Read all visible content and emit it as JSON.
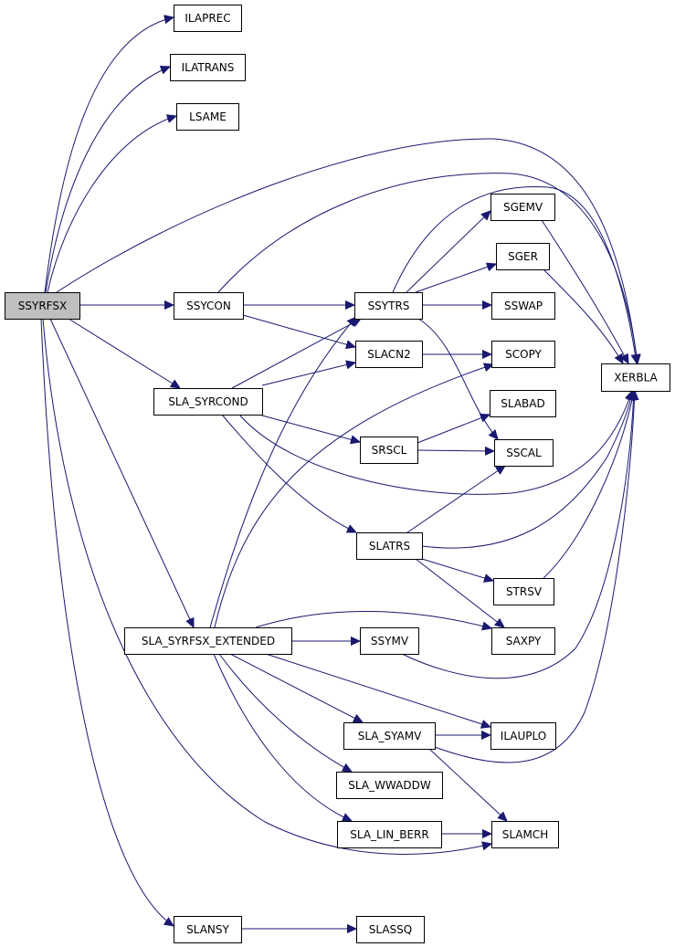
{
  "graph": {
    "nodes": [
      {
        "id": "ssyrfsx",
        "label": "SSYRFSX",
        "root": true
      },
      {
        "id": "ilaprec",
        "label": "ILAPREC"
      },
      {
        "id": "ilatrans",
        "label": "ILATRANS"
      },
      {
        "id": "lsame",
        "label": "LSAME"
      },
      {
        "id": "ssycon",
        "label": "SSYCON"
      },
      {
        "id": "sla_syrcond",
        "label": "SLA_SYRCOND"
      },
      {
        "id": "sla_syrfsx_extended",
        "label": "SLA_SYRFSX_EXTENDED"
      },
      {
        "id": "slansy",
        "label": "SLANSY"
      },
      {
        "id": "ssytrs",
        "label": "SSYTRS"
      },
      {
        "id": "slacn2",
        "label": "SLACN2"
      },
      {
        "id": "srscl",
        "label": "SRSCL"
      },
      {
        "id": "slatrs",
        "label": "SLATRS"
      },
      {
        "id": "ssymv",
        "label": "SSYMV"
      },
      {
        "id": "sla_syamv",
        "label": "SLA_SYAMV"
      },
      {
        "id": "sla_wwaddw",
        "label": "SLA_WWADDW"
      },
      {
        "id": "sla_lin_berr",
        "label": "SLA_LIN_BERR"
      },
      {
        "id": "slassq",
        "label": "SLASSQ"
      },
      {
        "id": "sgemv",
        "label": "SGEMV"
      },
      {
        "id": "sger",
        "label": "SGER"
      },
      {
        "id": "sswap",
        "label": "SSWAP"
      },
      {
        "id": "scopy",
        "label": "SCOPY"
      },
      {
        "id": "slabad",
        "label": "SLABAD"
      },
      {
        "id": "sscal",
        "label": "SSCAL"
      },
      {
        "id": "strsv",
        "label": "STRSV"
      },
      {
        "id": "saxpy",
        "label": "SAXPY"
      },
      {
        "id": "ilauplo",
        "label": "ILAUPLO"
      },
      {
        "id": "slamch",
        "label": "SLAMCH"
      },
      {
        "id": "xerbla",
        "label": "XERBLA"
      }
    ],
    "edges": [
      {
        "from": "ssyrfsx",
        "to": "ilaprec"
      },
      {
        "from": "ssyrfsx",
        "to": "ilatrans"
      },
      {
        "from": "ssyrfsx",
        "to": "lsame"
      },
      {
        "from": "ssyrfsx",
        "to": "xerbla"
      },
      {
        "from": "ssyrfsx",
        "to": "ssycon"
      },
      {
        "from": "ssyrfsx",
        "to": "sla_syrcond"
      },
      {
        "from": "ssyrfsx",
        "to": "sla_syrfsx_extended"
      },
      {
        "from": "ssyrfsx",
        "to": "slamch"
      },
      {
        "from": "ssyrfsx",
        "to": "slansy"
      },
      {
        "from": "ssycon",
        "to": "xerbla"
      },
      {
        "from": "ssycon",
        "to": "ssytrs"
      },
      {
        "from": "ssycon",
        "to": "slacn2"
      },
      {
        "from": "ssytrs",
        "to": "sgemv"
      },
      {
        "from": "ssytrs",
        "to": "sger"
      },
      {
        "from": "ssytrs",
        "to": "sswap"
      },
      {
        "from": "ssytrs",
        "to": "xerbla"
      },
      {
        "from": "ssytrs",
        "to": "sscal"
      },
      {
        "from": "sgemv",
        "to": "xerbla"
      },
      {
        "from": "sger",
        "to": "xerbla"
      },
      {
        "from": "slacn2",
        "to": "scopy"
      },
      {
        "from": "sla_syrcond",
        "to": "ssytrs"
      },
      {
        "from": "sla_syrcond",
        "to": "slacn2"
      },
      {
        "from": "sla_syrcond",
        "to": "srscl"
      },
      {
        "from": "sla_syrcond",
        "to": "xerbla"
      },
      {
        "from": "sla_syrcond",
        "to": "slatrs"
      },
      {
        "from": "srscl",
        "to": "slabad"
      },
      {
        "from": "srscl",
        "to": "sscal"
      },
      {
        "from": "slatrs",
        "to": "sscal"
      },
      {
        "from": "slatrs",
        "to": "xerbla"
      },
      {
        "from": "slatrs",
        "to": "strsv"
      },
      {
        "from": "slatrs",
        "to": "saxpy"
      },
      {
        "from": "strsv",
        "to": "xerbla"
      },
      {
        "from": "sla_syrfsx_extended",
        "to": "ssytrs"
      },
      {
        "from": "sla_syrfsx_extended",
        "to": "scopy"
      },
      {
        "from": "sla_syrfsx_extended",
        "to": "saxpy"
      },
      {
        "from": "sla_syrfsx_extended",
        "to": "ssymv"
      },
      {
        "from": "sla_syrfsx_extended",
        "to": "ilauplo"
      },
      {
        "from": "sla_syrfsx_extended",
        "to": "sla_syamv"
      },
      {
        "from": "sla_syrfsx_extended",
        "to": "sla_wwaddw"
      },
      {
        "from": "sla_syrfsx_extended",
        "to": "sla_lin_berr"
      },
      {
        "from": "ssymv",
        "to": "xerbla"
      },
      {
        "from": "sla_syamv",
        "to": "ilauplo"
      },
      {
        "from": "sla_syamv",
        "to": "xerbla"
      },
      {
        "from": "sla_syamv",
        "to": "slamch"
      },
      {
        "from": "sla_lin_berr",
        "to": "slamch"
      },
      {
        "from": "slansy",
        "to": "slassq"
      }
    ]
  }
}
